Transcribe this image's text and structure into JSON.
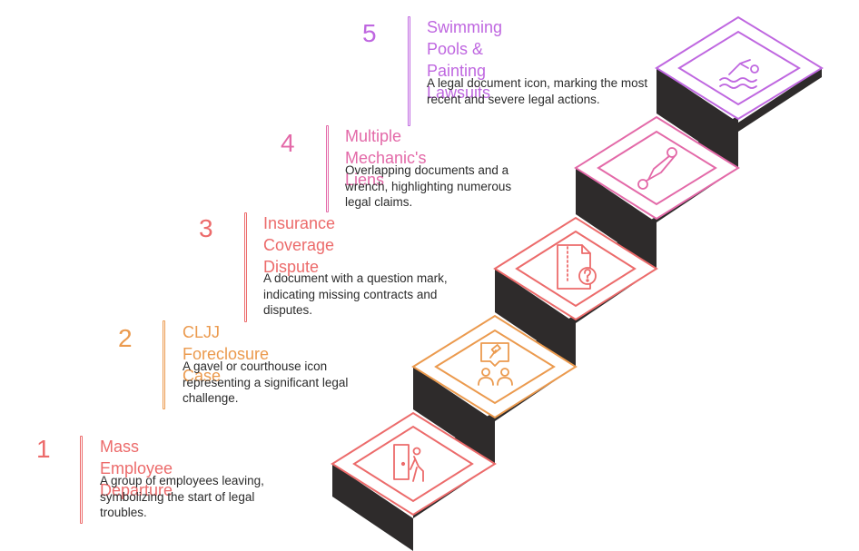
{
  "steps": [
    {
      "number": "1",
      "title": "Mass Employee Departure",
      "description": "A group of employees leaving, symbolizing the start of legal troubles.",
      "color": "#ec6b6b",
      "icon": "exit-door-person-icon"
    },
    {
      "number": "2",
      "title": "CLJJ Foreclosure Case",
      "description": "A gavel or courthouse icon representing a significant legal challenge.",
      "color": "#eb9a4e",
      "icon": "gavel-people-icon"
    },
    {
      "number": "3",
      "title": "Insurance Coverage\nDispute",
      "description": "A document with a question mark, indicating missing contracts and disputes.",
      "color": "#ec6b6b",
      "icon": "document-question-icon"
    },
    {
      "number": "4",
      "title": "Multiple Mechanic's Liens",
      "description": "Overlapping documents and a wrench, highlighting numerous legal claims.",
      "color": "#e369a8",
      "icon": "wrench-icon"
    },
    {
      "number": "5",
      "title": "Swimming Pools &\nPainting Lawsuits",
      "description": "A legal document icon, marking the most recent and severe legal actions.",
      "color": "#bf67e0",
      "icon": "swimmer-icon"
    }
  ]
}
